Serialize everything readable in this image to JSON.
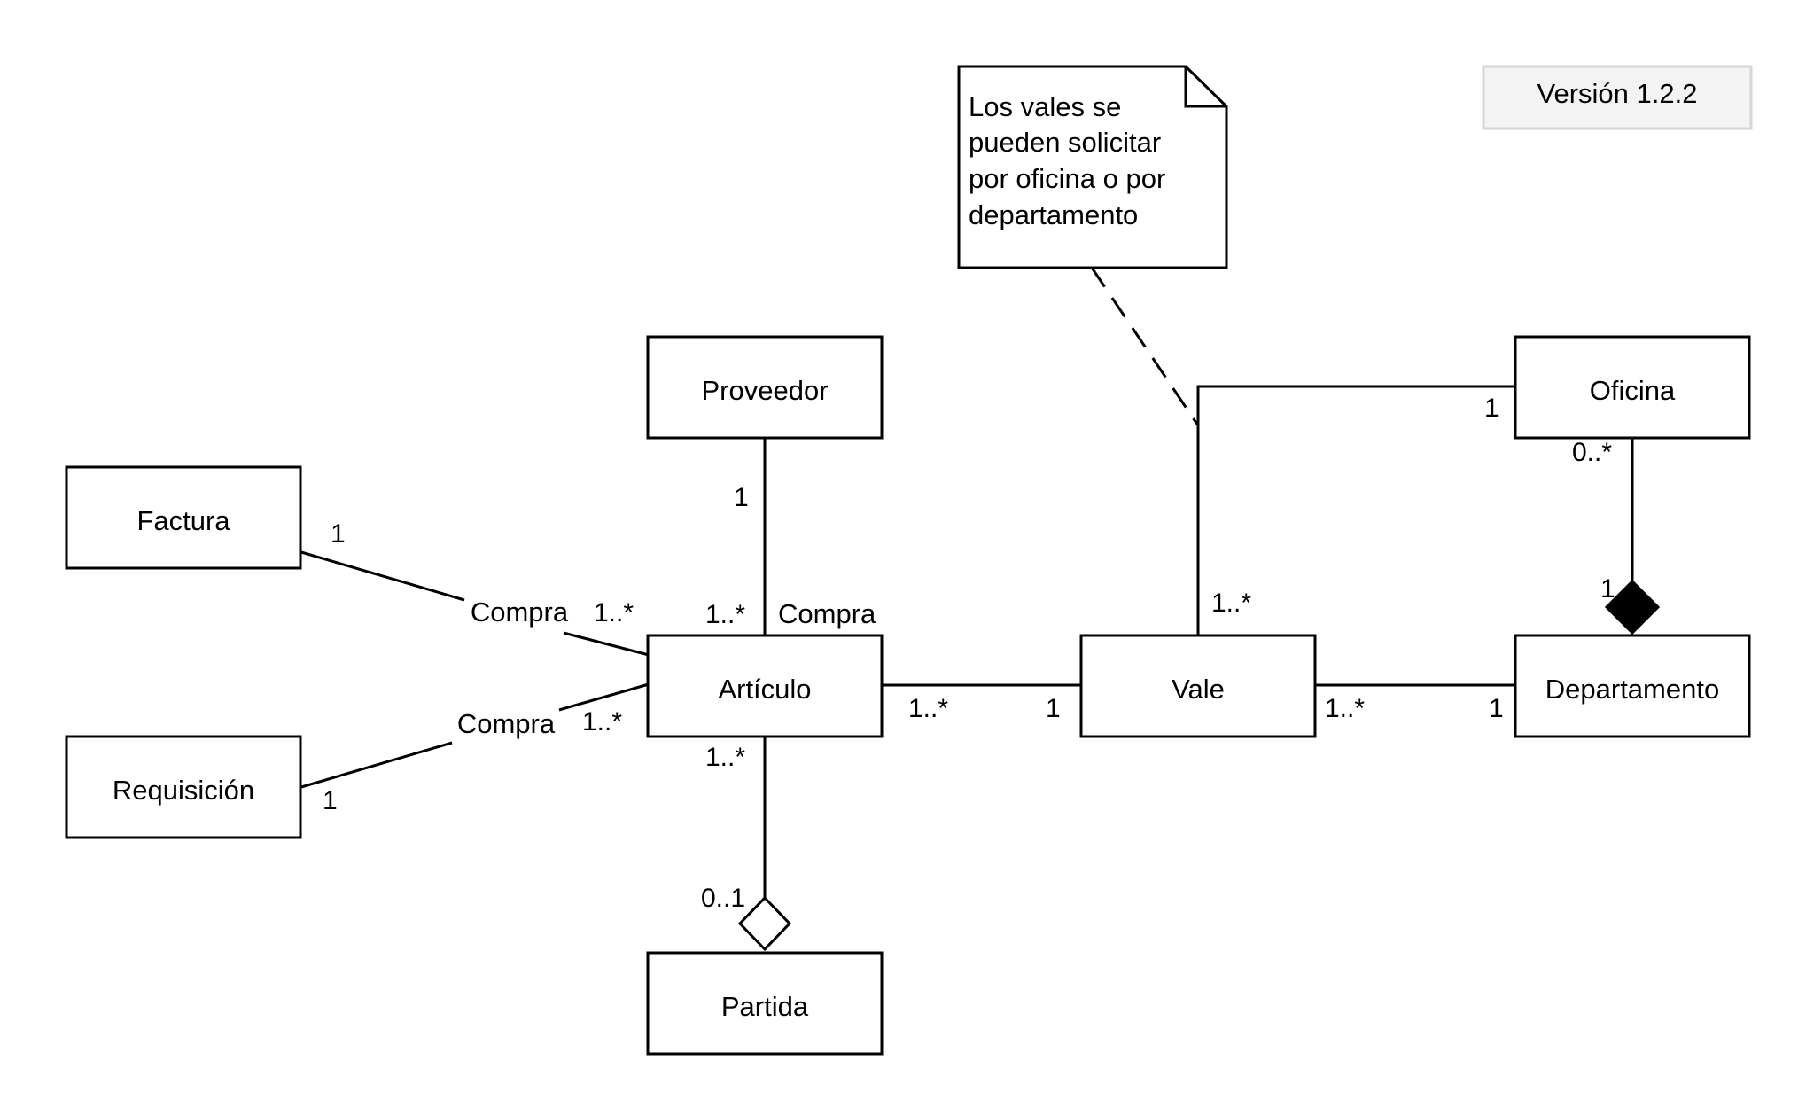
{
  "classes": {
    "proveedor": "Proveedor",
    "factura": "Factura",
    "requisicion": "Requisición",
    "articulo": "Artículo",
    "partida": "Partida",
    "vale": "Vale",
    "oficina": "Oficina",
    "departamento": "Departamento"
  },
  "note": {
    "lines": [
      "Los vales se",
      "pueden solicitar",
      "por oficina o por",
      "departamento"
    ]
  },
  "version": "Versión 1.2.2",
  "associations": {
    "factura_articulo": {
      "name": "Compra",
      "factura_end": "1",
      "articulo_end": "1..*"
    },
    "requisicion_articulo": {
      "name": "Compra",
      "requisicion_end": "1",
      "articulo_end": "1..*"
    },
    "proveedor_articulo": {
      "name": "Compra",
      "proveedor_end": "1",
      "articulo_end": "1..*"
    },
    "articulo_vale": {
      "articulo_end": "1..*",
      "vale_end": "1"
    },
    "articulo_partida": {
      "articulo_end": "1..*",
      "partida_end": "0..1",
      "type": "aggregation"
    },
    "vale_departamento": {
      "vale_end": "1..*",
      "departamento_end": "1"
    },
    "vale_oficina": {
      "vale_end": "1..*",
      "oficina_end": "1"
    },
    "oficina_departamento": {
      "oficina_end": "0..*",
      "departamento_end": "1",
      "type": "composition"
    }
  }
}
